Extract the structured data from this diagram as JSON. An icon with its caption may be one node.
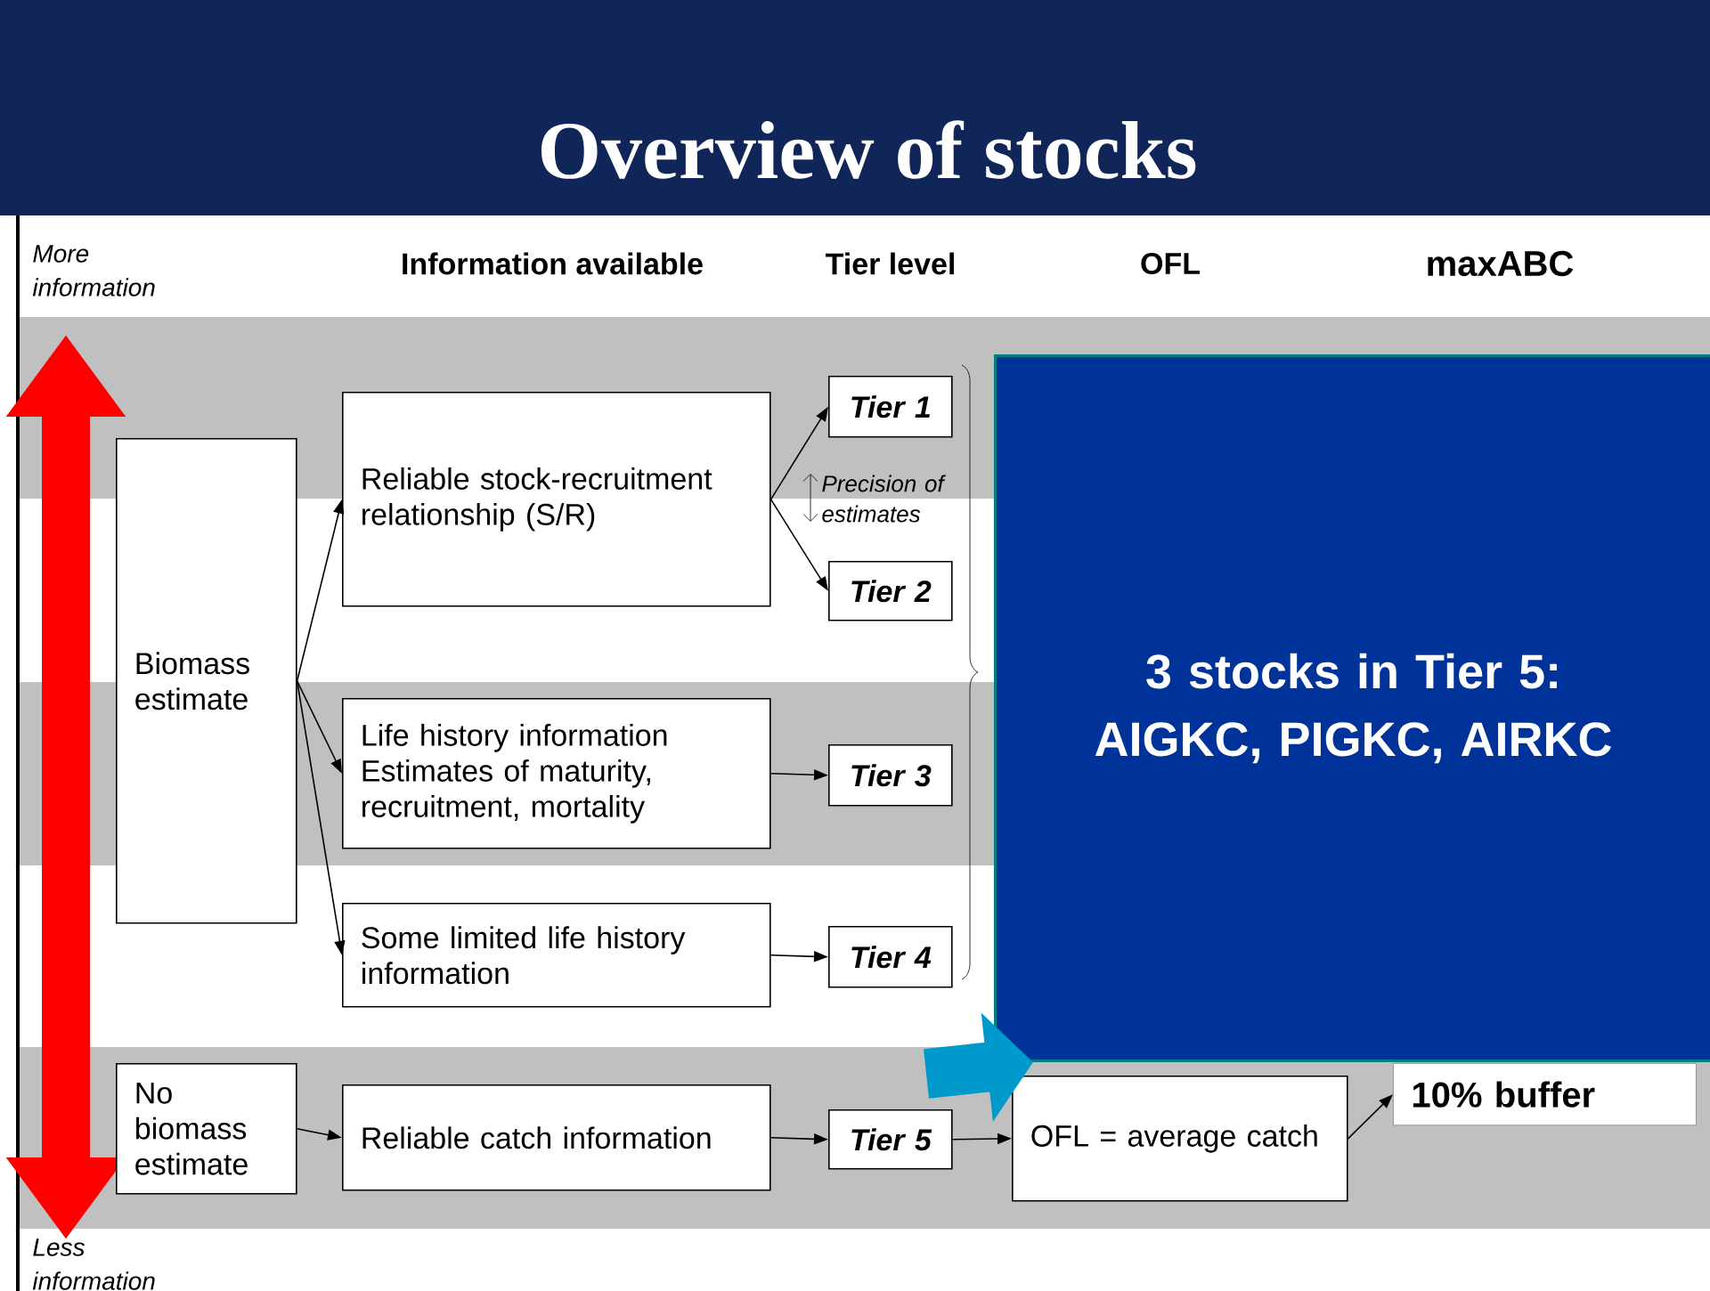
{
  "diagram": {
    "title": "Overview of stocks",
    "nodes": [
      {
        "text": [
          "Biomass estimate"
        ]
      },
      {
        "text": [
          "Reliable stock-recruitment relationship (S/R)"
        ]
      },
      {
        "text": [
          "Life history information Estimates of maturity, recruitment, mortality"
        ]
      },
      {
        "text": [
          "Some limited life history information"
        ]
      },
      {
        "text": [
          "No biomass estimate"
        ]
      },
      {
        "text": [
          "Reliable catch information"
        ]
      },
      {
        "text": [
          "Tier 1"
        ]
      },
      {
        "text": [
          "Tier 2"
        ]
      },
      {
        "text": [
          "Tier 3"
        ]
      },
      {
        "text": [
          "Tier 4"
        ]
      },
      {
        "text": [
          "Tier 5"
        ]
      },
      {
        "text": [
          "OFL = average catch"
        ]
      },
      {
        "text": [
          "10% buffer"
        ]
      },
      {
        "text": [
          "3 stocks in Tier 5: AIGKC, PIGKC, AIRKC"
        ]
      }
    ],
    "edges": [
      {
        "from": 0,
        "to": 1,
        "arrow": "to"
      },
      {
        "from": 0,
        "to": 2,
        "arrow": "to"
      },
      {
        "from": 0,
        "to": 3,
        "arrow": "to"
      },
      {
        "from": 1,
        "to": 6,
        "arrow": "to"
      },
      {
        "from": 1,
        "to": 7,
        "arrow": "to"
      },
      {
        "from": 2,
        "to": 8,
        "arrow": "to"
      },
      {
        "from": 3,
        "to": 9,
        "arrow": "to"
      },
      {
        "from": 4,
        "to": 5,
        "arrow": "to"
      },
      {
        "from": 5,
        "to": 10,
        "arrow": "to"
      },
      {
        "from": 10,
        "to": 11,
        "arrow": "to"
      },
      {
        "from": 11,
        "to": 12,
        "arrow": "to"
      },
      {
        "from": null,
        "to": 13,
        "arrow": "to",
        "style": "thick",
        "color": "#0099cc"
      }
    ],
    "labels": [
      "More information",
      "Information available",
      "Tier level",
      "OFL",
      "maxABC",
      "Precision of estimates",
      "Less information"
    ]
  }
}
